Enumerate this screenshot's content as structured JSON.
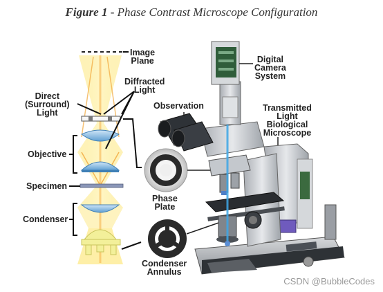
{
  "figure": {
    "number_label": "Figure 1",
    "separator": " - ",
    "title": "Phase Contrast Microscope Configuration"
  },
  "labels": {
    "image_plane": [
      "Image",
      "Plane"
    ],
    "diffracted_light": [
      "Diffracted",
      "Light"
    ],
    "direct_light": [
      "Direct",
      "(Surround)",
      "Light"
    ],
    "objective": "Objective",
    "specimen": "Specimen",
    "condenser": "Condenser",
    "observation": "Observation",
    "digital_camera": [
      "Digital",
      "Camera",
      "System"
    ],
    "microscope": [
      "Transmitted",
      "Light",
      "Biological",
      "Microscope"
    ],
    "phase_plate": [
      "Phase",
      "Plate"
    ],
    "condenser_annulus": [
      "Condenser",
      "Annulus"
    ]
  },
  "watermark": "CSDN @BubbleCodes",
  "colors": {
    "light_beam": "#fde98a",
    "light_core": "#fff6c4",
    "lens": "#7fb6e0",
    "condenser_yellow": "#f3f09a",
    "label": "#222222",
    "metal": "#c9ccd0",
    "dark_ring": "#2a2a2a"
  },
  "icons": [
    "phase-plate-icon",
    "condenser-annulus-icon",
    "microscope-icon",
    "camera-icon"
  ]
}
